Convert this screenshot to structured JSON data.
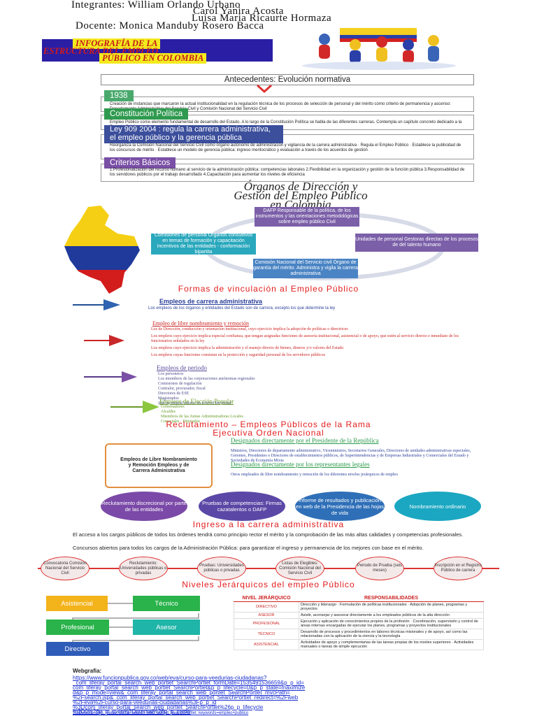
{
  "header": {
    "integrantes": "Integrantes: William Orlando Urbano",
    "member2": "Carol Yanira Acosta",
    "member3": "Luisa Maria Ricaurte Hormaza",
    "docente": "Docente: Monica Manduby Rosero Bacca"
  },
  "title": {
    "line1": "INFOGRAFÍA DE LA",
    "line2": "ESTRUCTURA DEL EMPLEO",
    "line3": "PÚBLICO EN COLOMBIA"
  },
  "antecedentes": {
    "title": "Antecedentes: Evolución normativa",
    "items": [
      {
        "head": "1938",
        "text": "Creación de instancias que marcaron la actual institucionalidad en la regulación técnica de los procesos de selección de personal y del mérito como criterio de permanencia y ascenso: Departamento Administrativo del Servicio Civil y Comisión Nacional del Servicio Civil",
        "color": "#49a96c"
      },
      {
        "head": "Constitución Política",
        "text": "Empleo Público como elemento fundamental de desarrollo del Estado. A lo largo de la Constitución Política se habla de las diferentes carreras. Contempla un capítulo concreto dedicado a la Función Pública (artículos 122 al 130)",
        "color": "#2f9a4f"
      },
      {
        "head": "Ley 909 2004 : regula la carrera administrativa, el empleo público y la gerencia pública",
        "text": "Reorganiza la Comisión Nacional del Servicio Civil como órgano autónomo de administración y vigilancia de la carrera administrativa · Regula el Empleo Público · Establece la publicidad de los concursos de mérito · Establece un modelo de gerencia pública: ingreso meritocrático y evaluación a través de los acuerdos de gestión",
        "color": "#3c4f9c"
      },
      {
        "head": "Criterios Básicos",
        "text": "1.Profesionalización del recurso humano al servicio de la administración pública: competencias laborales 2.Flexibilidad en la organización y gestión de la función pública 3.Responsabilidad de los servidores públicos por el trabajo desarrollado 4.Capacitación para aumentar los niveles de eficiencia",
        "color": "#7a4fa6"
      }
    ]
  },
  "organos": {
    "title1": "Órganos de Dirección y",
    "title2": "Gestión del Empleo Público",
    "title3": "en Colombia",
    "dafp": "DAFP Responsable de la política, de los instrumentos y las orientaciones metodológicas sobre empleo público Civil",
    "unidades": "Unidades de personal Gestoras directas de los procesos de del talento humano",
    "cnsc": "Comisión Nacional del Servicio civil Órgano de garantía del mérito. Administra y vigila la carrera administrativa",
    "comisiones": "Comisiones de personal Órganos consultivos en temas de formación y capacitación incentivos de las entidades - conformación bipartita"
  },
  "vinculacion": {
    "title": "Formas de vinculación al Empleo Público",
    "carrera_title": "Empleos de carrera administrativa",
    "carrera_text": "Los empleos de los órganos y entidades del Estado son de carrera, excepto los que determine la ley",
    "libre_title": "Empleo de libre nombramiento y remoción",
    "libre_items": [
      "Los de Dirección, conducción y orientación institucional, cuyo ejercicio implica la adopción de políticas o directrices",
      "Los empleos cuyo ejercicio implica especial confianza, que tengan asignadas funciones de asesoría institucional, asistencial o de apoyo, que estén al servicio directo e inmediato de los funcionarios señalados en la ley",
      "Los empleos cuyo ejercicio implica la administración y el manejo directo de bienes, dineros y/o valores del Estado",
      "Los empleos cuyas funciones consistan en la protección y seguridad personal de los servidores públicos"
    ],
    "periodo_title": "Empleos de periodo",
    "periodo_items": [
      "Los personeros",
      "Los miembros de las corporaciones autónomas regionales",
      "Comisiones de regulación",
      "Contralor, procurador, fiscal",
      "Directores de ESE",
      "Magistrados",
      "Jefe de control interno en el nivel territorial"
    ],
    "eleccion_title": "Empleos de Elección Popular",
    "eleccion_items": [
      "Gobernadores",
      "Alcaldes",
      "Miembros de las Juntas Administradoras Locales",
      "Concejales · Diputados"
    ]
  },
  "reclutamiento": {
    "title1": "Reclutamiento – Empleos Públicos de la Rama",
    "title2": "Ejecutiva Orden Nacional",
    "scroll": "Empleos de Libre Nombramiento y Remoción Empleos y de Carrera Administrativa",
    "desig1_title": "Designados directamente por el Presidente de la República",
    "desig1_text": "Ministros, Directores de departamento administrativo, Viceministros, Secretarios Generales, Directores de unidades administrativas especiales, Gerentes, Presidentes o Directores de establecimientos públicos, de Superintendencias y de Empresas Industriales y Comerciales del Estado y Sociedades de Economía Mixta",
    "desig2_title": "Designados directamente por los representantes legales",
    "desig2_text": "Otros empleados de libre nombramiento y remoción de los diferentes niveles jerárquicos de empleo",
    "pills": [
      {
        "text": "Reclutamiento discrecional por parte de las entidades",
        "color": "#7b4aa8"
      },
      {
        "text": "Pruebas de competencias: Firmas cazatalentos o DAFP",
        "color": "#5b48a6"
      },
      {
        "text": "Informe de resultados y publicación en web de la Presidencia de las hojas de vida",
        "color": "#2f6fb8"
      },
      {
        "text": "Nombramiento ordinario",
        "color": "#1ba7c2"
      }
    ]
  },
  "ingreso": {
    "title": "Ingreso a la carrera administrativa",
    "p1": "El acceso a los cargos públicos de todos los órdenes tendrá como principio rector el mérito y la comprobación de las más altas calidades y competencias profesionales.",
    "p2": "Concursos abiertos para todos los cargos de la Administración Pública: para garantizar el ingreso y permanencia de los mejores con base en el mérito.",
    "steps": [
      "Convocatoria Comisión Nacional del Servicio Civil",
      "Reclutamiento: Universidades públicas o privadas",
      "Pruebas: Universidades públicas o privadas",
      "Listas de Elegibles: Comisión Nacional del Servicio Civil",
      "Periodo de Prueba (seis meses)",
      "Inscripción en el Registro Público de carrera"
    ]
  },
  "niveles": {
    "title": "Niveles Jerárquicos del empleo Público",
    "boxes": {
      "asistencial": "Asistencial",
      "tecnico": "Técnico",
      "profesional": "Profesional",
      "asesor": "Asesor",
      "directivo": "Directivo"
    },
    "colors": {
      "asistencial": "#f3b31b",
      "tecnico": "#29b34a",
      "profesional": "#29b34a",
      "asesor": "#1fb5a8",
      "directivo": "#2f5cb8"
    },
    "table_head1": "NIVEL JERÁRQUICO",
    "table_head2": "RESPONSABILIDADES",
    "rows": [
      {
        "level": "DIRECTIVO",
        "resp": "Dirección y liderazgo · Formulación de políticas institucionales · Adopción de planes, programas y proyectos"
      },
      {
        "level": "ASESOR",
        "resp": "Asistir, aconsejar y asesorar directamente a los empleados públicos de la alta dirección"
      },
      {
        "level": "PROFESIONAL",
        "resp": "Ejecución y aplicación de conocimientos propios de la profesión · Coordinación, supervisión y control de áreas internas encargadas de ejecutar los planes, programas y proyectos institucionales"
      },
      {
        "level": "TÉCNICO",
        "resp": "Desarrollo de procesos y procedimientos en labores técnicas misionales y de apoyo, así como las relacionadas con la aplicación de la ciencia y la tecnología"
      },
      {
        "level": "ASISTENCIAL",
        "resp": "Actividades de apoyo y complementarias de las tareas propias de los niveles superiores · Actividades manuales o tareas de simple ejecución"
      }
    ]
  },
  "webgrafia": {
    "label": "Webgrafia:",
    "links": [
      "https://www.funcionpublica.gov.co/web/eva/curso-para-veedurias-ciudadanas?",
      "_com_liferay_portal_search_web_portlet_SearchPortlet_formDate=1535491536659&p_p_id=",
      "com_liferay_portal_search_web_portlet_SearchPortlet&p_p_lifecycle=0&p_p_state=maximize",
      "d&p_p_mode=view&_com_liferay_portal_search_web_portlet_SearchPortlet_mvcPath=",
      "%2Fsearch.jsp&_com_liferay_portal_search_web_portlet_SearchPortlet_redirect=%2Fweb",
      "%2Feva%2Fcurso-para-veedurias-ciudadanas%3Fp_p_id",
      "%3Dcom_liferay_portal_search_web_portlet_SearchPortlet%26p_p_lifecycle",
      "%3D0%26p_p_state%3Dnormal%26p_p_mode",
      "%3Dview&_com_liferay_portal_search_web_portlet_SearchPortlet_keywords=empleo+publico"
    ]
  }
}
